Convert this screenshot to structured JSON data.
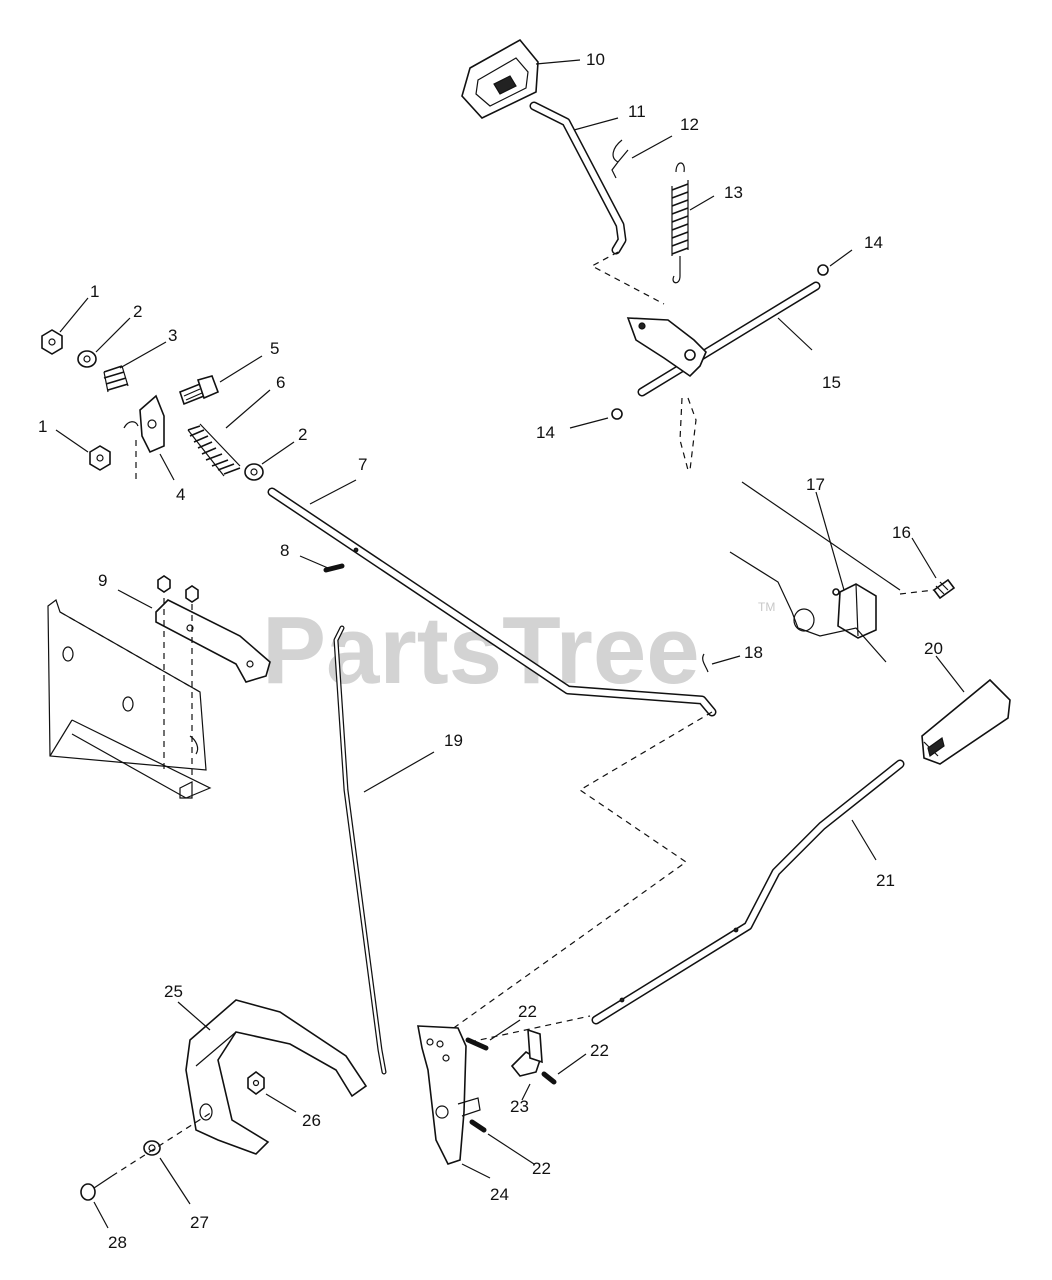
{
  "watermark": {
    "text": "PartsTree",
    "trademark": "TM"
  },
  "callouts": {
    "c1a": "1",
    "c2a": "2",
    "c3": "3",
    "c1b": "1",
    "c4": "4",
    "c5": "5",
    "c6": "6",
    "c2b": "2",
    "c7": "7",
    "c8": "8",
    "c9": "9",
    "c10": "10",
    "c11": "11",
    "c12": "12",
    "c13": "13",
    "c14a": "14",
    "c14b": "14",
    "c15": "15",
    "c16": "16",
    "c17": "17",
    "c18": "18",
    "c19": "19",
    "c20": "20",
    "c21": "21",
    "c22a": "22",
    "c22b": "22",
    "c22c": "22",
    "c23": "23",
    "c24": "24",
    "c25": "25",
    "c26": "26",
    "c27": "27",
    "c28": "28"
  }
}
